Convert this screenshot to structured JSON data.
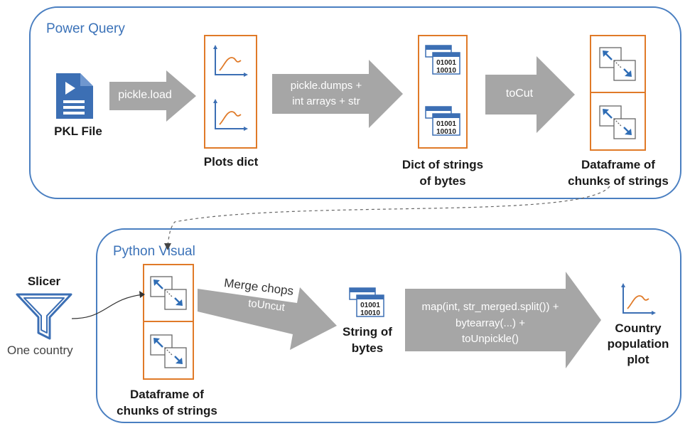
{
  "containers": {
    "power_query": "Power Query",
    "python_visual": "Python Visual"
  },
  "top_row": {
    "pkl_file": "PKL File",
    "arrow1": "pickle.load",
    "plots_dict": "Plots dict",
    "arrow2_line1": "pickle.dumps +",
    "arrow2_line2": "int arrays + str",
    "bytes_binary_a": "01001",
    "bytes_binary_b": "10010",
    "dict_strings_line1": "Dict of strings",
    "dict_strings_line2": "of bytes",
    "arrow3": "toCut",
    "df_line1": "Dataframe of",
    "df_line2": "chunks of strings"
  },
  "bottom_row": {
    "slicer": "Slicer",
    "one_country": "One country",
    "df_line1": "Dataframe of",
    "df_line2": "chunks of strings",
    "merge_chops": "Merge chops",
    "to_uncut": "toUncut",
    "bytes_binary_a": "01001",
    "bytes_binary_b": "10010",
    "string_bytes_line1": "String of",
    "string_bytes_line2": "bytes",
    "big_arrow_line1": "map(int, str_merged.split()) +",
    "big_arrow_line2": "bytearray(...) +",
    "big_arrow_line3": "toUnpickle()",
    "country_line1": "Country",
    "country_line2": "population",
    "country_line3": "plot"
  },
  "colors": {
    "container_border": "#4a7fc1",
    "title_blue": "#3b72b8",
    "box_orange": "#e07a28",
    "arrow_gray": "#a6a6a6",
    "icon_blue": "#3c6fb4"
  }
}
